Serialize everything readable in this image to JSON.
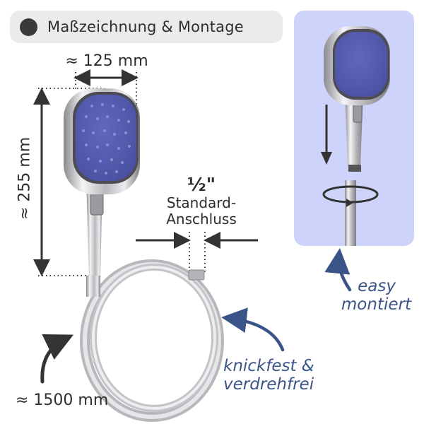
{
  "header": {
    "title": "Maßzeichnung & Montage",
    "bullet_icon": "filled-circle"
  },
  "dimensions": {
    "width_label": "≈ 125 mm",
    "height_label": "≈ 255 mm",
    "hose_length_label": "≈ 1500 mm"
  },
  "connector": {
    "size_label": "½\"",
    "line1": "Standard-",
    "line2": "Anschluss"
  },
  "callouts": {
    "hose_line1": "knickfest &",
    "hose_line2": "verdrehfrei",
    "mount_line1": "easy",
    "mount_line2": "montiert"
  },
  "colors": {
    "accent_blue": "#3b5488",
    "panel_bg": "#cdd3fb",
    "spray_face": "#5b62b5",
    "chrome": "#c8c8cc",
    "dark": "#333333",
    "pill_bg": "#ebebeb"
  }
}
